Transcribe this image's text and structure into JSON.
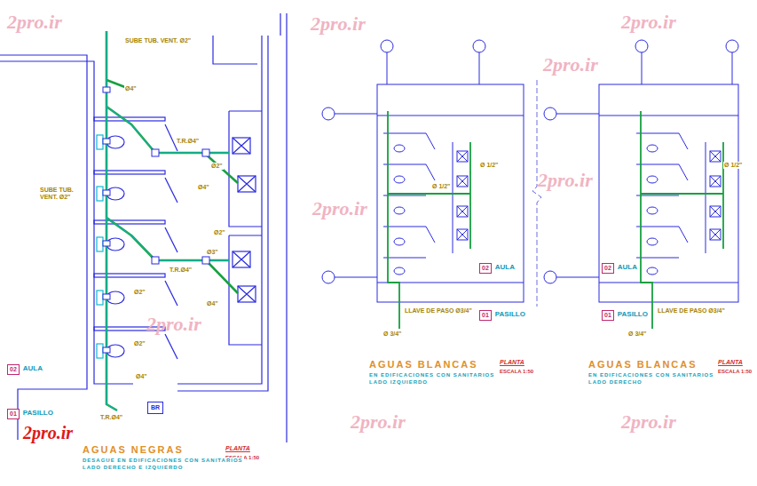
{
  "diagram": {
    "nodes": [
      {
        "text": [
          "02",
          "AULA"
        ]
      },
      {
        "text": [
          "01",
          "PASILLO"
        ]
      },
      {
        "text": [
          "02",
          "AULA"
        ]
      },
      {
        "text": [
          "01",
          "PASILLO"
        ]
      },
      {
        "text": [
          "02",
          "AULA"
        ]
      },
      {
        "text": [
          "01",
          "PASILLO"
        ]
      },
      {
        "text": [
          "BR"
        ]
      }
    ],
    "labels": [
      "SUBE TUB. VENT. Ø2\"",
      "Ø4\"",
      "T.R.Ø4\"",
      "Ø2\"",
      "Ø4\"",
      "SUBE TUB. VENT. Ø2\"",
      "Ø2\"",
      "Ø3\"",
      "T.R.Ø4\"",
      "Ø4\"",
      "Ø2\"",
      "Ø2\"",
      "Ø4\"",
      "T.R.Ø4\"",
      "AGUAS NEGRAS",
      "PLANTA",
      "ESCALA 1:50",
      "DESAGUE EN EDIFICACIONES CON SANITARIOS",
      "LADO DERECHO E IZQUIERDO",
      "Ø 1/2\"",
      "Ø 1/2\"",
      "LLAVE DE PASO Ø3/4\"",
      "Ø 3/4\"",
      "AGUAS BLANCAS",
      "PLANTA",
      "ESCALA 1:50",
      "EN EDIFICACIONES CON SANITARIOS",
      "LADO IZQUIERDO",
      "Ø 1/2\"",
      "LLAVE DE PASO Ø3/4\"",
      "Ø 3/4\"",
      "AGUAS BLANCAS",
      "PLANTA",
      "ESCALA 1:50",
      "EN EDIFICACIONES CON SANITARIOS",
      "LADO DERECHO",
      "2pro.ir",
      "2pro.ir",
      "2pro.ir",
      "2pro.ir",
      "2pro.ir",
      "2pro.ir",
      "2pro.ir",
      "2pro.ir",
      "2pro.ir",
      "2pro.ir"
    ]
  }
}
